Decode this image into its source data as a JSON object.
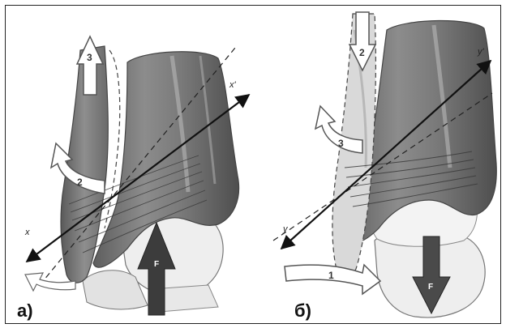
{
  "panels": [
    {
      "id": "a",
      "label": "а)",
      "axis_start_label": "x",
      "axis_end_label": "x'",
      "arrow_labels": [
        "3",
        "2"
      ],
      "force_label": "F"
    },
    {
      "id": "b",
      "label": "б)",
      "axis_start_label": "y",
      "axis_end_label": "y'",
      "arrow_labels": [
        "2",
        "3",
        "1"
      ],
      "force_label": "F"
    }
  ],
  "colors": {
    "bone_dark": "#6e6e6e",
    "bone_mid": "#9a9a9a",
    "bone_light": "#cfcfcf",
    "force_arrow": "#3c3c3c",
    "axis_line": "#111111"
  }
}
